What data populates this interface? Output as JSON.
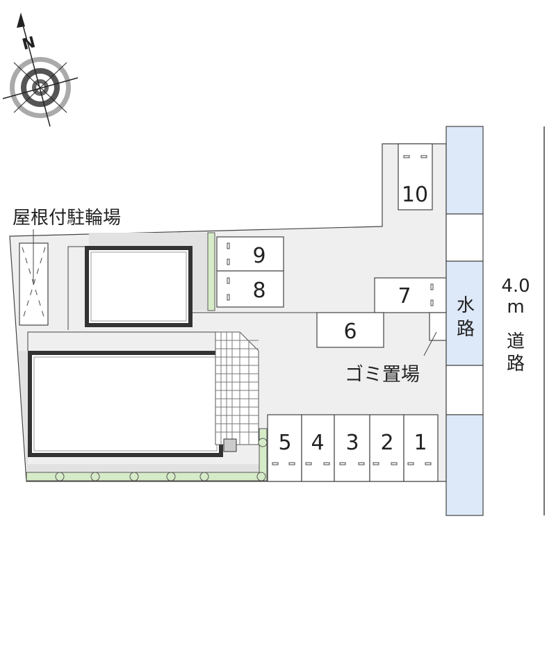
{
  "labels": {
    "bicycle_parking": "屋根付駐輪場",
    "garbage_area": "ゴミ置場",
    "waterway": [
      "水",
      "路"
    ],
    "road": [
      "4.0",
      "m",
      "道",
      "路"
    ]
  },
  "compass": {
    "north_label": "N"
  },
  "parking_spaces": [
    "1",
    "2",
    "3",
    "4",
    "5",
    "6",
    "7",
    "8",
    "9",
    "10"
  ],
  "colors": {
    "site": "#efefef",
    "waterway": "#dde8f8",
    "hedge": "#d6ecc8",
    "building_border": "#333333",
    "stipple": "#e2e2e2"
  }
}
